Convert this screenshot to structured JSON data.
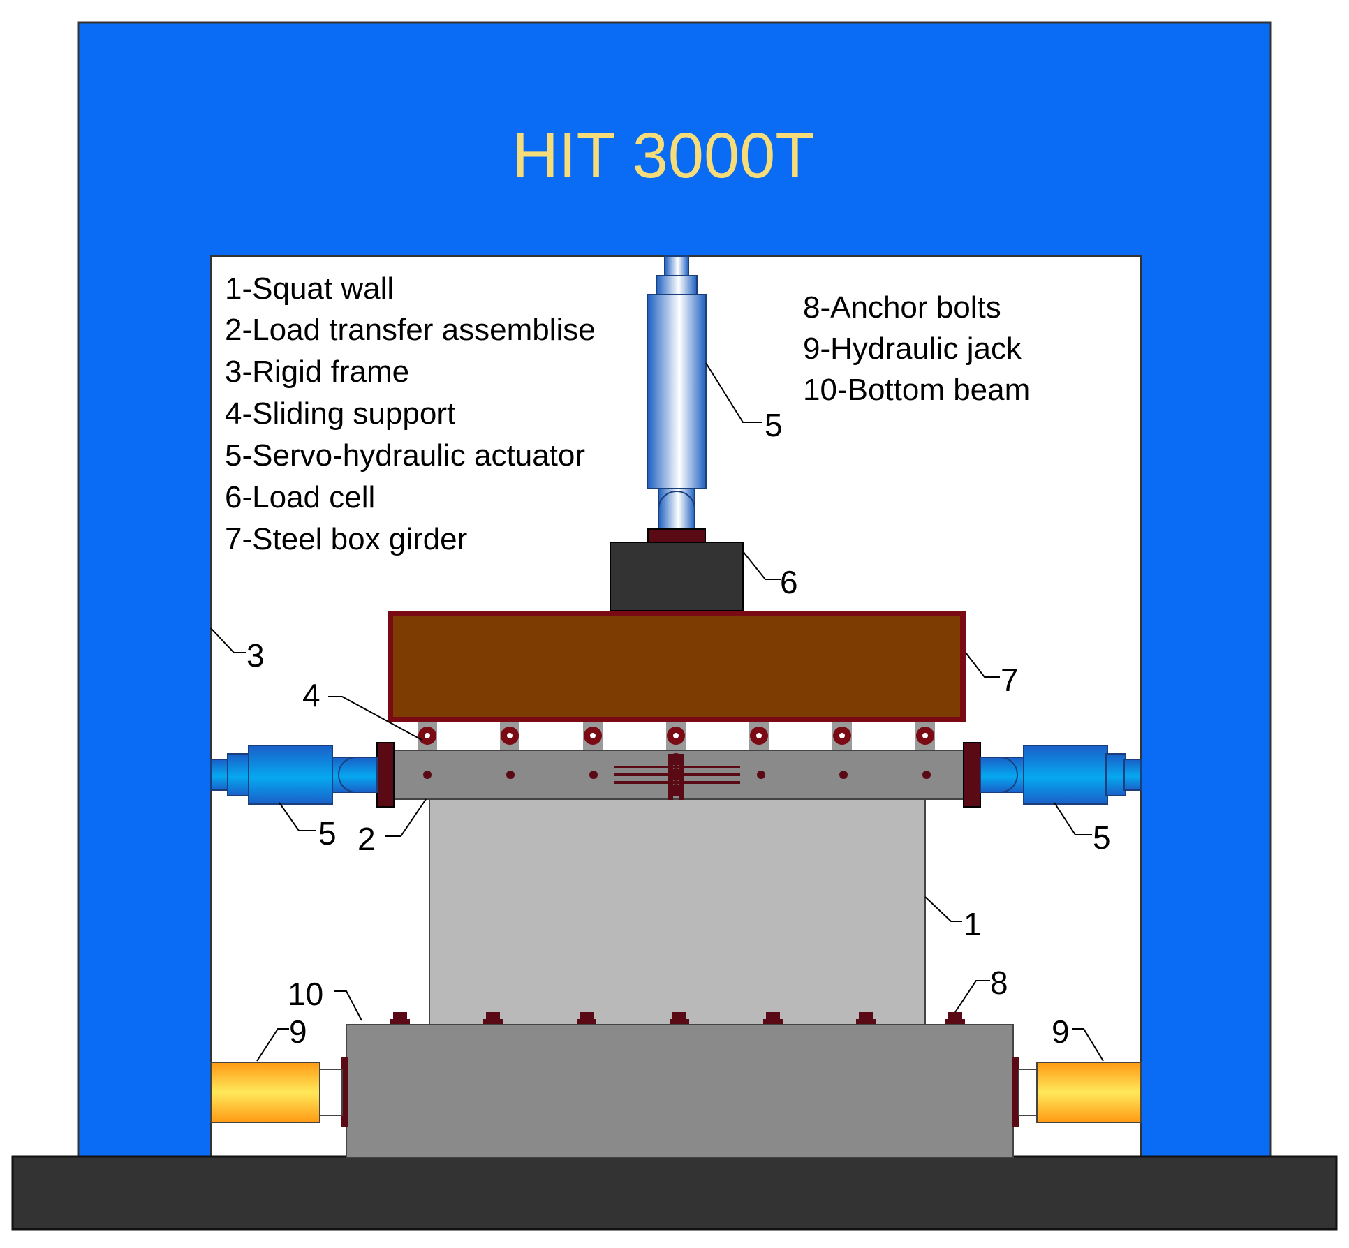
{
  "title": "HIT 3000T",
  "legend_left": [
    "1-Squat wall",
    "2-Load transfer assemblise",
    "3-Rigid frame",
    "4-Sliding support",
    "5-Servo-hydraulic actuator",
    "6-Load cell",
    "7-Steel box girder"
  ],
  "legend_right": [
    "8-Anchor bolts",
    "9-Hydraulic jack",
    "10-Bottom beam"
  ],
  "callouts": {
    "actuator_top": "5",
    "load_cell": "6",
    "rigid_frame": "3",
    "sliding_support": "4",
    "box_girder": "7",
    "actuator_left": "5",
    "transfer_assembly": "2",
    "actuator_right": "5",
    "squat_wall": "1",
    "bottom_beam": "10",
    "anchor_bolts": "8",
    "jack_left": "9",
    "jack_right": "9"
  },
  "colors": {
    "frame_blue": "#0a6cf5",
    "title_yellow": "#f7dc7a",
    "base_dark": "#333333",
    "girder_brown": "#7c3c02",
    "girder_border": "#7a0a14",
    "wall_gray": "#b9b9b9",
    "beam_gray": "#8a8a8a",
    "bolt_maroon": "#5a0a14",
    "jack_yellow": "#ffd23c"
  }
}
